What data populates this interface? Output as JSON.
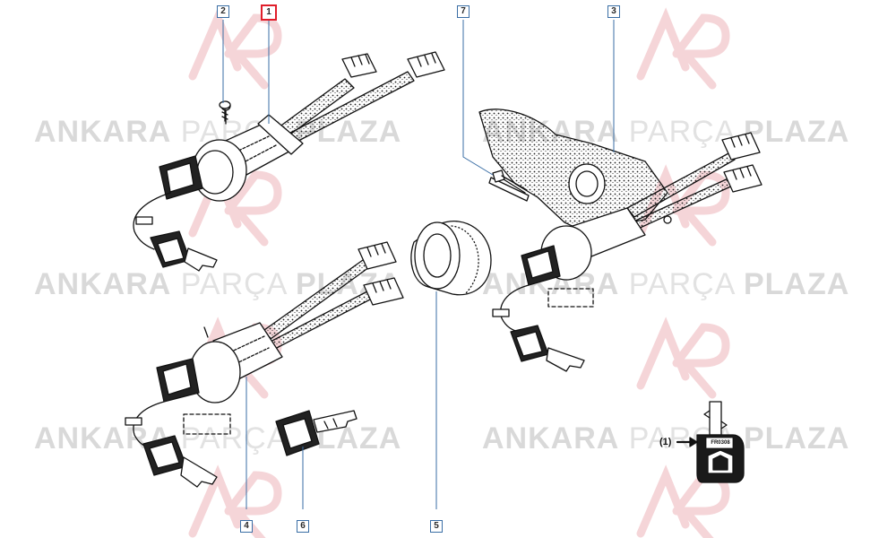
{
  "watermark": {
    "word1": "ANKARA",
    "word2": "PARÇA",
    "word3": "PLAZA"
  },
  "callouts": [
    {
      "label": "2",
      "active": false
    },
    {
      "label": "1",
      "active": true
    },
    {
      "label": "7",
      "active": false
    },
    {
      "label": "3",
      "active": false
    },
    {
      "label": "4",
      "active": false
    },
    {
      "label": "6",
      "active": false
    },
    {
      "label": "5",
      "active": false
    }
  ],
  "key_marker": "(1)",
  "key_code": "FR0308",
  "colors": {
    "line": "#111111",
    "leader": "#3a6ea5",
    "active": "#e01e2a",
    "watermark": "#d9d9d9",
    "logo": "#f3c9cc"
  }
}
